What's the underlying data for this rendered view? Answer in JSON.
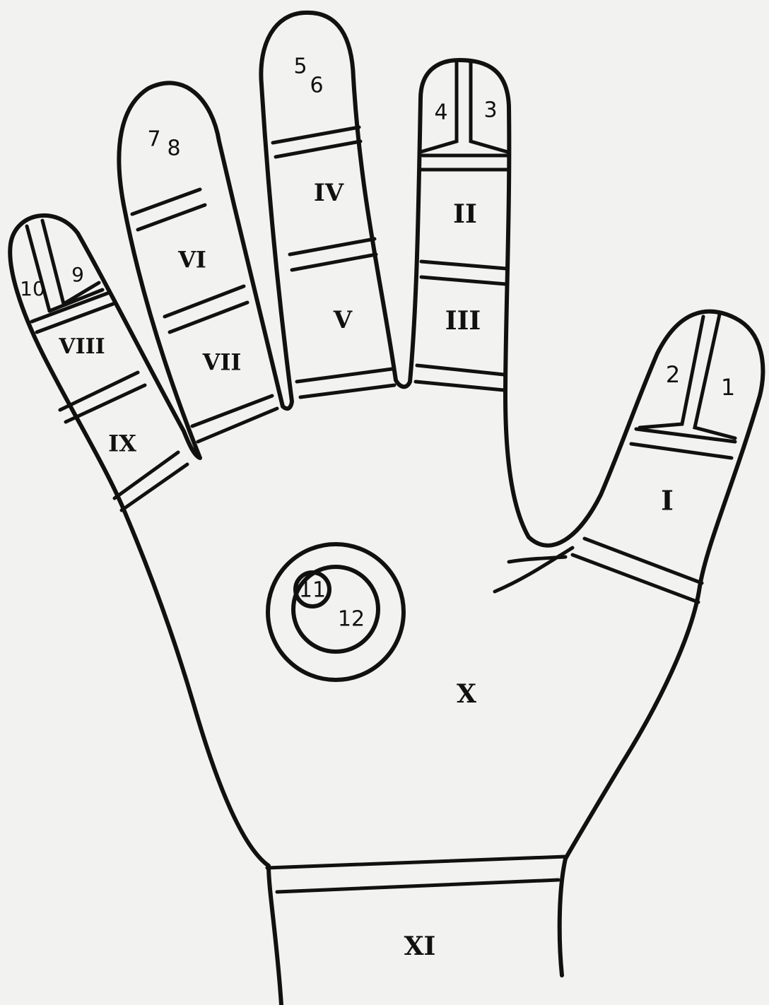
{
  "diagram": {
    "colors": {
      "ink": "#111111",
      "paper": "#f2f2f0"
    },
    "labels": {
      "thumb_tip_left": "2",
      "thumb_tip_right": "1",
      "thumb_segment": "I",
      "index_tip_left": "4",
      "index_tip_right": "3",
      "index_middle": "II",
      "index_base": "III",
      "middle_tip_top": "5",
      "middle_tip_bottom": "6",
      "middle_middle": "IV",
      "middle_base": "V",
      "ring_tip_left": "7",
      "ring_tip_right": "8",
      "ring_middle": "VI",
      "ring_base": "VII",
      "little_tip_left": "10",
      "little_tip_right": "9",
      "little_middle": "VIII",
      "little_base": "IX",
      "palm": "X",
      "palm_center_inner": "11",
      "palm_center_outer": "12",
      "wrist": "XI"
    }
  }
}
